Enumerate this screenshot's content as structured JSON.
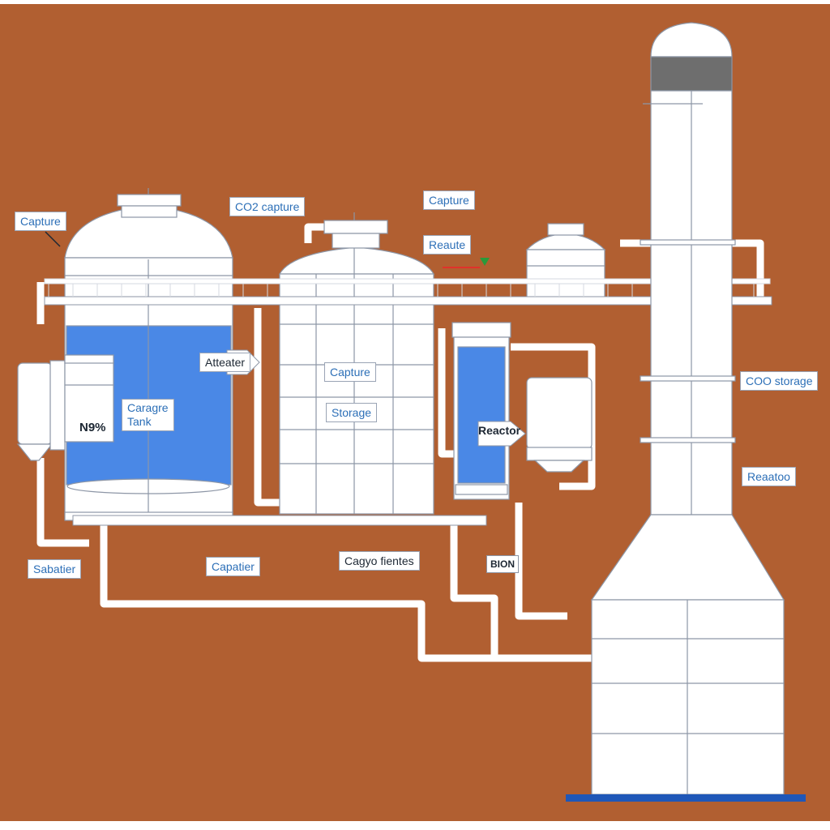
{
  "colors": {
    "background": "#b15f31",
    "vessel": "#ffffff",
    "liquid": "#4a88e6",
    "outline": "#8d96a6",
    "base_stripe": "#1f57b8",
    "dome_band": "#6e6e6e",
    "arrow_red": "#e0322b",
    "arrow_green": "#2a9a3a"
  },
  "labels": {
    "capture_left": "Capture",
    "co2_capture": "CO2 capture",
    "capture_top": "Capture",
    "reaute": "Reaute",
    "atteater": "Atteater",
    "caragre_tank_line1": "Caragre",
    "caragre_tank_line2": "Tank",
    "percent": "N9%",
    "capture_mid": "Capture",
    "storage": "Storage",
    "reactor": "Reactor",
    "coo_storage": "COO storage",
    "reaatoo": "Reaatoo",
    "sabatier": "Sabatier",
    "capatier": "Capatier",
    "cagyo_fientes": "Cagyo fientes",
    "bion": "BION"
  }
}
